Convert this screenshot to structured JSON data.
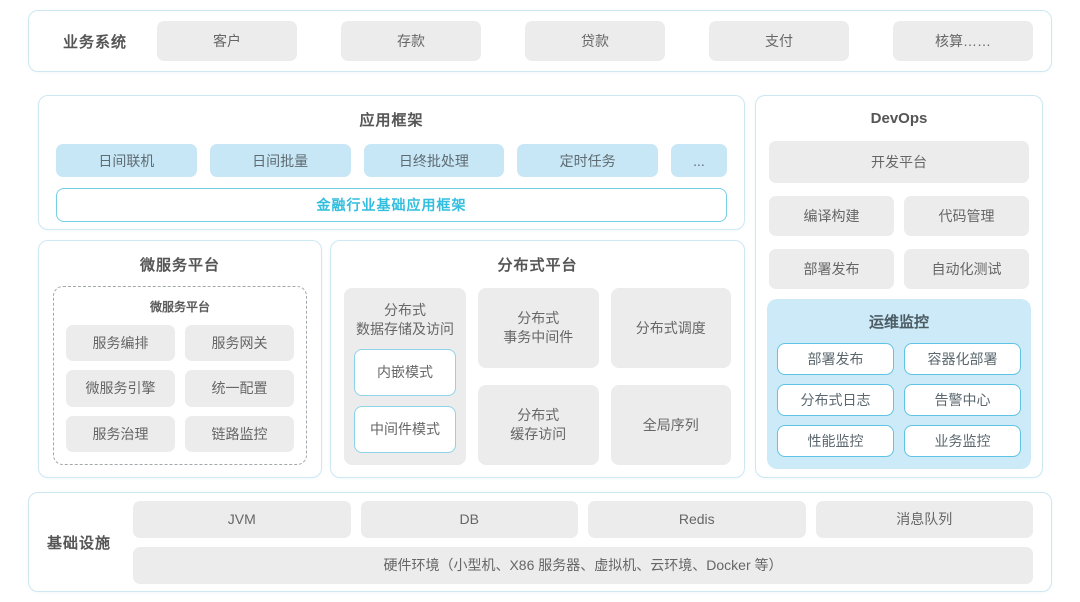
{
  "colors": {
    "panel_border": "#cde8f3",
    "gray_box_bg": "#ececec",
    "blue_box_bg": "#c8e7f6",
    "monitor_panel_bg": "#cdeaf8",
    "accent_border": "#5ec3e4",
    "accent_text": "#32bedf",
    "title_text": "#555555",
    "box_text": "#666666"
  },
  "business_systems": {
    "label": "业务系统",
    "items": [
      "客户",
      "存款",
      "贷款",
      "支付",
      "核算……"
    ]
  },
  "app_framework": {
    "title": "应用框架",
    "items": [
      "日间联机",
      "日间批量",
      "日终批处理",
      "定时任务",
      "..."
    ],
    "base": "金融行业基础应用框架"
  },
  "devops": {
    "title": "DevOps",
    "platform": "开发平台",
    "items": [
      "编译构建",
      "代码管理",
      "部署发布",
      "自动化测试"
    ],
    "monitoring": {
      "title": "运维监控",
      "items": [
        "部署发布",
        "容器化部署",
        "分布式日志",
        "告警中心",
        "性能监控",
        "业务监控"
      ]
    }
  },
  "microservice": {
    "title": "微服务平台",
    "inner_title": "微服务平台",
    "items": [
      "服务编排",
      "服务网关",
      "微服务引擎",
      "统一配置",
      "服务治理",
      "链路监控"
    ]
  },
  "distributed": {
    "title": "分布式平台",
    "storage": {
      "title": "分布式\n数据存储及访问",
      "modes": [
        "内嵌模式",
        "中间件模式"
      ]
    },
    "items": [
      "分布式\n事务中间件",
      "分布式调度",
      "分布式\n缓存访问",
      "全局序列"
    ]
  },
  "infrastructure": {
    "label": "基础设施",
    "items": [
      "JVM",
      "DB",
      "Redis",
      "消息队列"
    ],
    "hardware": "硬件环境（小型机、X86 服务器、虚拟机、云环境、Docker 等）"
  }
}
